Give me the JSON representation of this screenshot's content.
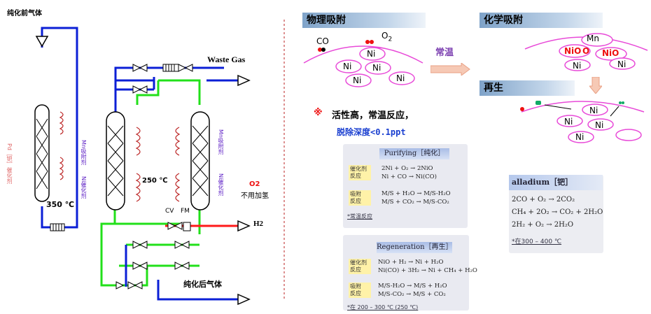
{
  "left": {
    "title_pre_gas": "纯化前气体",
    "waste_gas": "Waste Gas",
    "temp_350": "350 ℃",
    "temp_250": "250 ℃",
    "cv": "CV",
    "fm": "FM",
    "o2": "O2",
    "no_h2": "不用加氢",
    "h2": "H2",
    "post_gas": "纯化后气体",
    "pd_catalyst": "Pd［钯］催化剂",
    "mn_adsorbent": "Mn吸附剂",
    "ni_catalyst": "Ni催化剂",
    "mn_adsorbent_r": "Mn吸附剂",
    "ni_catalyst_r": "Ni催化剂"
  },
  "physical": {
    "header": "物理吸附",
    "co": "CO",
    "o2": "O",
    "o2_sub": "2",
    "ni": [
      "Ni",
      "Ni",
      "Ni",
      "Ni",
      "Ni"
    ],
    "room_temp": "常温"
  },
  "chemical": {
    "header": "化学吸附",
    "mn": "Mn",
    "nio1": "NiO",
    "o_mid": "O",
    "nio2": "NiO",
    "ni": [
      "Ni",
      "Ni"
    ]
  },
  "regen": {
    "header": "再生",
    "ni": [
      "Ni",
      "Ni",
      "Ni",
      "Ni"
    ]
  },
  "features": {
    "mark": "※",
    "line1": "活性高，常温反应，",
    "line2": "脱除深度<0.1ppt"
  },
  "purify_table": {
    "title": "Purifying［纯化］",
    "tag1": "催化剂\n反应",
    "eq1": "2Ni + O₂ → 2NiO",
    "eq2": "Ni + CO → Ni(CO)",
    "tag2": "吸附\n反应",
    "eq3": "M/S + H₂O → M/S-H₂O",
    "eq4": "M/S + CO₂ → M/S-CO₂",
    "note": "*常温反应"
  },
  "regen_table": {
    "title": "Regeneration［再生］",
    "tag1": "催化剂\n反应",
    "eq1": "NiO + H₂ → Ni + H₂O",
    "eq2": "Ni(CO) + 3H₂ → Ni + CH₄ + H₂O",
    "tag2": "吸附\n反应",
    "eq3": "M/S-H₂O → M/S + H₂O",
    "eq4": "M/S-CO₂ → M/S + CO₂",
    "note": "*在 200 – 300 ℃ (250 ℃)"
  },
  "palladium_table": {
    "title": "alladium［钯］",
    "eq1": "2CO + O₂ → 2CO₂",
    "eq2": "CH₄ + 2O₂ → CO₂ + 2H₂O",
    "eq3": "2H₂ + O₂ → 2H₂O",
    "note": "*在300 – 400 ℃"
  },
  "colors": {
    "blue": "#0b1fd6",
    "green": "#22e01a",
    "red": "#ff1a1a",
    "pink": "#e84ad8",
    "purple": "#5b1cc4"
  }
}
